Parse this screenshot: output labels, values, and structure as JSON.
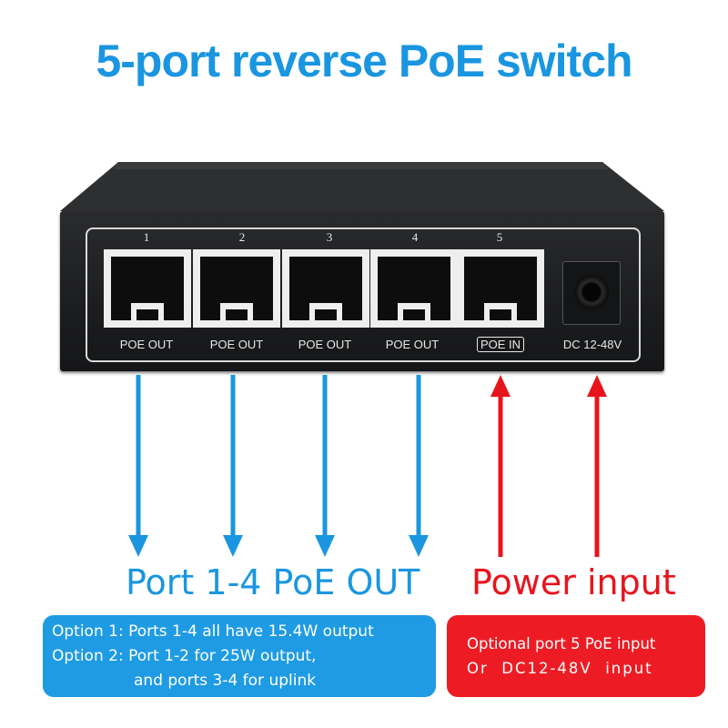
{
  "title": "5-port reverse PoE switch",
  "colors": {
    "title": "#1a96e0",
    "blue": "#1a96e0",
    "red": "#e8141c",
    "blue_box": "#1f9be3",
    "red_box": "#ed1c24"
  },
  "ports": [
    {
      "number": "1",
      "label": "POE OUT"
    },
    {
      "number": "2",
      "label": "POE OUT"
    },
    {
      "number": "3",
      "label": "POE OUT"
    },
    {
      "number": "4",
      "label": "POE OUT"
    },
    {
      "number": "5",
      "label": "POE IN"
    }
  ],
  "dc_label": "DC 12-48V",
  "headlines": {
    "out": "Port 1-4 PoE OUT",
    "in": "Power input"
  },
  "blue_box": {
    "line1": "Option 1: Ports 1-4 all have 15.4W output",
    "line2": "Option 2: Port 1-2 for 25W output,",
    "line3": "and ports 3-4 for uplink"
  },
  "red_box": {
    "line1": "Optional port 5 PoE input",
    "line2": "Or  DC12-48V  input"
  }
}
